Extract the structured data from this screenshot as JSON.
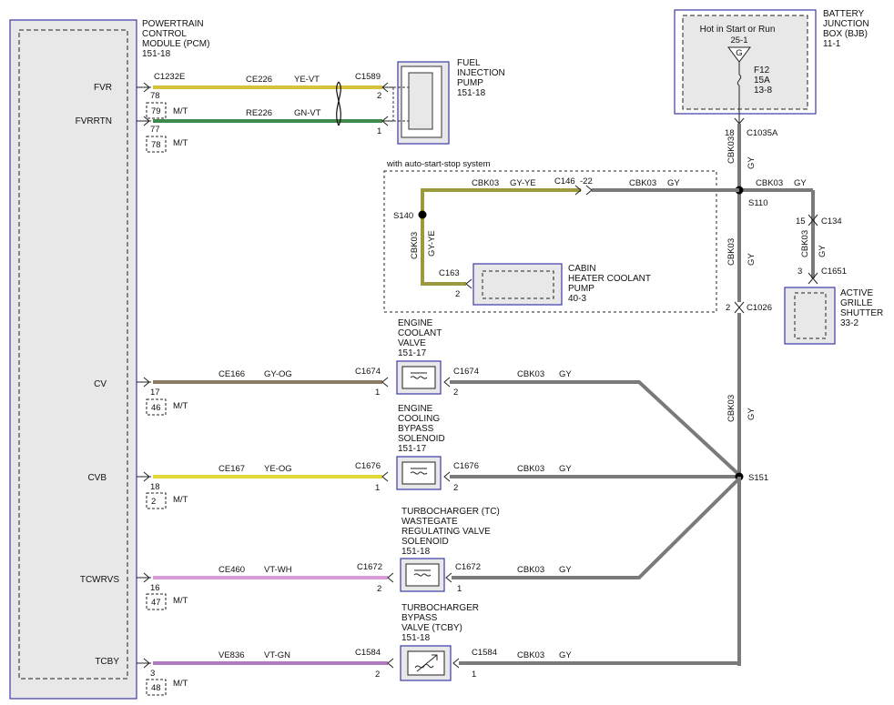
{
  "pcm": {
    "title": [
      "POWERTRAIN",
      "CONTROL",
      "MODULE (PCM)",
      "151-18"
    ],
    "pins": [
      {
        "name": "FVR",
        "pin": "78",
        "connector": "C1232E",
        "mt": "79"
      },
      {
        "name": "FVRRTN",
        "pin": "77",
        "mt": "78"
      },
      {
        "name": "CV",
        "pin": "17",
        "mt": "46"
      },
      {
        "name": "CVB",
        "pin": "18",
        "mt": "2"
      },
      {
        "name": "TCWRVS",
        "pin": "16",
        "mt": "47"
      },
      {
        "name": "TCBY",
        "pin": "3",
        "mt": "48"
      }
    ],
    "mt_label": "M/T"
  },
  "colors": {
    "ye_vt": "#d6c23a",
    "gn_vt": "#3f8a4a",
    "gy": "#7a7a7a",
    "gy_og": "#8a7a62",
    "ye_og": "#e3d83a",
    "vt_wh": "#d99ad8",
    "vt_gn": "#b07ac0",
    "gy_ye": "#9c9a40",
    "component_border": "#3a3aa8",
    "component_fill": "#e8e8e8"
  },
  "wires": {
    "fvr": {
      "circuit": "CE226",
      "color_code": "YE-VT"
    },
    "fvrrtn": {
      "circuit": "RE226",
      "color_code": "GN-VT"
    },
    "cv": {
      "circuit": "CE166",
      "color_code": "GY-OG"
    },
    "cvb": {
      "circuit": "CE167",
      "color_code": "YE-OG"
    },
    "tcwrvs": {
      "circuit": "CE460",
      "color_code": "VT-WH"
    },
    "tcby": {
      "circuit": "VE836",
      "color_code": "VT-GN"
    },
    "gy_circuit": "CBK03",
    "gy_code": "GY",
    "gy_ye_code": "GY-YE"
  },
  "fuel_pump": {
    "title": [
      "FUEL",
      "INJECTION",
      "PUMP",
      "151-18"
    ],
    "connector": "C1589",
    "pin_a": "2",
    "pin_b": "1"
  },
  "bjb": {
    "title": [
      "BATTERY",
      "JUNCTION",
      "BOX (BJB)",
      "11-1"
    ],
    "hot_label": "Hot in Start or Run",
    "source_ref": "25-1",
    "source_letter": "G",
    "fuse": [
      "F12",
      "15A",
      "13-8"
    ],
    "out_connector": "C1035A",
    "out_pin": "18"
  },
  "auto_stop": {
    "label": "with auto-start-stop system",
    "connector": "C146",
    "connector_pin": "-22",
    "splice": "S140",
    "pump_connector": "C163",
    "pump_pin": "2",
    "pump_title": [
      "CABIN",
      "HEATER COOLANT",
      "PUMP",
      "40-3"
    ]
  },
  "splices": {
    "s110": "S110",
    "s151": "S151"
  },
  "grille": {
    "title": [
      "ACTIVE",
      "GRILLE",
      "SHUTTER",
      "33-2"
    ],
    "c134": "C134",
    "c134_pin": "15",
    "c1651": "C1651",
    "c1651_pin": "3"
  },
  "c1026": {
    "label": "C1026",
    "pin": "2"
  },
  "cv_valve": {
    "title": [
      "ENGINE",
      "COOLANT",
      "VALVE",
      "151-17"
    ],
    "connector": "C1674",
    "pin_in": "1",
    "pin_out": "2"
  },
  "cvb_solenoid": {
    "title": [
      "ENGINE",
      "COOLING",
      "BYPASS",
      "SOLENOID",
      "151-17"
    ],
    "connector": "C1676",
    "pin_in": "1",
    "pin_out": "2"
  },
  "tc_solenoid": {
    "title": [
      "TURBOCHARGER (TC)",
      "WASTEGATE",
      "REGULATING VALVE",
      "SOLENOID",
      "151-18"
    ],
    "connector": "C1672",
    "pin_in": "2",
    "pin_out": "1"
  },
  "tcby_valve": {
    "title": [
      "TURBOCHARGER",
      "BYPASS",
      "VALVE (TCBY)",
      "151-18"
    ],
    "connector": "C1584",
    "pin_in": "2",
    "pin_out": "1"
  }
}
